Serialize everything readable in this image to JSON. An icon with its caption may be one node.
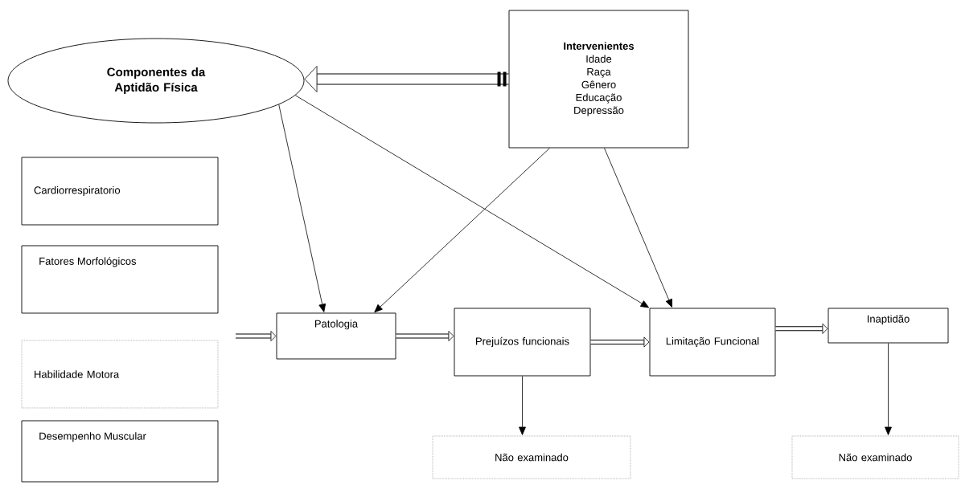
{
  "diagram": {
    "nodes": [
      {
        "text": [
          "Componentes da Aptidão Física"
        ]
      },
      {
        "text": [
          "Intervenientes",
          "Idade",
          "Raça",
          "Gênero",
          "Educação",
          "Depressão"
        ]
      },
      {
        "text": [
          "Cardiorrespiratorio"
        ]
      },
      {
        "text": [
          "Fatores Morfológicos"
        ]
      },
      {
        "text": [
          "Habilidade Motora"
        ]
      },
      {
        "text": [
          "Desempenho Muscular"
        ]
      },
      {
        "text": [
          "Patologia"
        ]
      },
      {
        "text": [
          "Prejuízos funcionais"
        ]
      },
      {
        "text": [
          "Limitação Funcional"
        ]
      },
      {
        "text": [
          "Inaptidão"
        ]
      },
      {
        "text": [
          "Não examinado"
        ]
      },
      {
        "text": [
          "Não examinado"
        ]
      }
    ],
    "edges": [
      {
        "from": 1,
        "to": 0,
        "arrow": "to",
        "style": "thick"
      },
      {
        "from": 0,
        "to": 6,
        "arrow": "to"
      },
      {
        "from": 0,
        "to": 8,
        "arrow": "to"
      },
      {
        "from": 1,
        "to": 6,
        "arrow": "to"
      },
      {
        "from": 1,
        "to": 8,
        "arrow": "to"
      },
      {
        "from": null,
        "to": 6,
        "arrow": "to",
        "style": "thick"
      },
      {
        "from": 6,
        "to": 7,
        "arrow": "to",
        "style": "thick"
      },
      {
        "from": 7,
        "to": 8,
        "arrow": "to",
        "style": "thick"
      },
      {
        "from": 8,
        "to": 9,
        "arrow": "to",
        "style": "thick"
      },
      {
        "from": 7,
        "to": 10,
        "arrow": "to"
      },
      {
        "from": 9,
        "to": 11,
        "arrow": "to"
      }
    ]
  }
}
